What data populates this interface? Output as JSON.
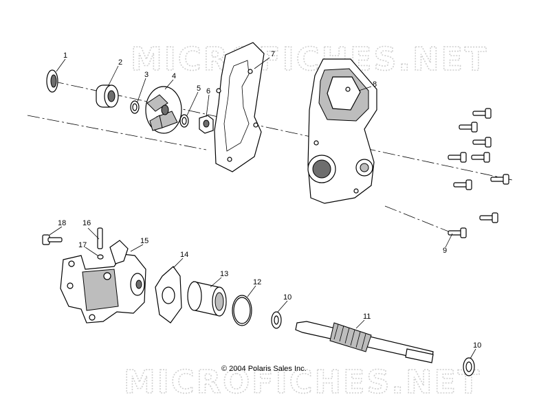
{
  "watermark": {
    "top": "MICROFICHES.NET",
    "bottom": "MICROFICHES.NET"
  },
  "copyright": "© 2004 Polaris Sales Inc.",
  "callouts": [
    {
      "id": "c1",
      "label": "1"
    },
    {
      "id": "c2",
      "label": "2"
    },
    {
      "id": "c3",
      "label": "3"
    },
    {
      "id": "c4",
      "label": "4"
    },
    {
      "id": "c5",
      "label": "5"
    },
    {
      "id": "c6",
      "label": "6"
    },
    {
      "id": "c7",
      "label": "7"
    },
    {
      "id": "c8",
      "label": "8"
    },
    {
      "id": "c9",
      "label": "9"
    },
    {
      "id": "c10a",
      "label": "10"
    },
    {
      "id": "c10b",
      "label": "10"
    },
    {
      "id": "c11",
      "label": "11"
    },
    {
      "id": "c12",
      "label": "12"
    },
    {
      "id": "c13",
      "label": "13"
    },
    {
      "id": "c14",
      "label": "14"
    },
    {
      "id": "c15",
      "label": "15"
    },
    {
      "id": "c16",
      "label": "16"
    },
    {
      "id": "c17",
      "label": "17"
    },
    {
      "id": "c18",
      "label": "18"
    }
  ]
}
